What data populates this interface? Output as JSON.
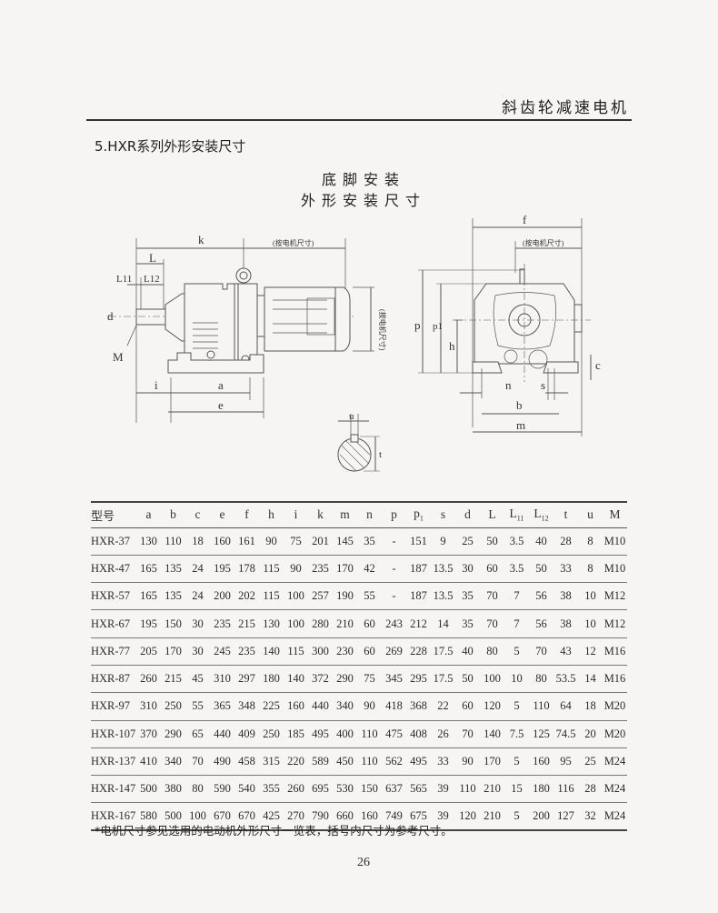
{
  "header": {
    "title": "斜齿轮减速电机"
  },
  "section_title": "5.HXR系列外形安装尺寸",
  "diagram": {
    "title_line1": "底脚安装",
    "title_line2": "外形安装尺寸",
    "note_motor_dim": "(按电机尺寸)",
    "labels": {
      "k": "k",
      "L": "L",
      "L11": "L11",
      "L12": "L12",
      "d": "d",
      "M": "M",
      "i": "i",
      "a": "a",
      "e": "e",
      "u": "u",
      "t": "t",
      "f": "f",
      "p": "p",
      "p1": "p1",
      "h": "h",
      "c": "c",
      "n": "n",
      "s": "s",
      "b": "b",
      "m": "m"
    }
  },
  "table": {
    "headers": [
      "型号",
      "a",
      "b",
      "c",
      "e",
      "f",
      "h",
      "i",
      "k",
      "m",
      "n",
      "p",
      "p1",
      "s",
      "d",
      "L",
      "L11",
      "L12",
      "t",
      "u",
      "M"
    ],
    "rows": [
      [
        "HXR-37",
        "130",
        "110",
        "18",
        "160",
        "161",
        "90",
        "75",
        "201",
        "145",
        "35",
        "-",
        "151",
        "9",
        "25",
        "50",
        "3.5",
        "40",
        "28",
        "8",
        "M10"
      ],
      [
        "HXR-47",
        "165",
        "135",
        "24",
        "195",
        "178",
        "115",
        "90",
        "235",
        "170",
        "42",
        "-",
        "187",
        "13.5",
        "30",
        "60",
        "3.5",
        "50",
        "33",
        "8",
        "M10"
      ],
      [
        "HXR-57",
        "165",
        "135",
        "24",
        "200",
        "202",
        "115",
        "100",
        "257",
        "190",
        "55",
        "-",
        "187",
        "13.5",
        "35",
        "70",
        "7",
        "56",
        "38",
        "10",
        "M12"
      ],
      [
        "HXR-67",
        "195",
        "150",
        "30",
        "235",
        "215",
        "130",
        "100",
        "280",
        "210",
        "60",
        "243",
        "212",
        "14",
        "35",
        "70",
        "7",
        "56",
        "38",
        "10",
        "M12"
      ],
      [
        "HXR-77",
        "205",
        "170",
        "30",
        "245",
        "235",
        "140",
        "115",
        "300",
        "230",
        "60",
        "269",
        "228",
        "17.5",
        "40",
        "80",
        "5",
        "70",
        "43",
        "12",
        "M16"
      ],
      [
        "HXR-87",
        "260",
        "215",
        "45",
        "310",
        "297",
        "180",
        "140",
        "372",
        "290",
        "75",
        "345",
        "295",
        "17.5",
        "50",
        "100",
        "10",
        "80",
        "53.5",
        "14",
        "M16"
      ],
      [
        "HXR-97",
        "310",
        "250",
        "55",
        "365",
        "348",
        "225",
        "160",
        "440",
        "340",
        "90",
        "418",
        "368",
        "22",
        "60",
        "120",
        "5",
        "110",
        "64",
        "18",
        "M20"
      ],
      [
        "HXR-107",
        "370",
        "290",
        "65",
        "440",
        "409",
        "250",
        "185",
        "495",
        "400",
        "110",
        "475",
        "408",
        "26",
        "70",
        "140",
        "7.5",
        "125",
        "74.5",
        "20",
        "M20"
      ],
      [
        "HXR-137",
        "410",
        "340",
        "70",
        "490",
        "458",
        "315",
        "220",
        "589",
        "450",
        "110",
        "562",
        "495",
        "33",
        "90",
        "170",
        "5",
        "160",
        "95",
        "25",
        "M24"
      ],
      [
        "HXR-147",
        "500",
        "380",
        "80",
        "590",
        "540",
        "355",
        "260",
        "695",
        "530",
        "150",
        "637",
        "565",
        "39",
        "110",
        "210",
        "15",
        "180",
        "116",
        "28",
        "M24"
      ],
      [
        "HXR-167",
        "580",
        "500",
        "100",
        "670",
        "670",
        "425",
        "270",
        "790",
        "660",
        "160",
        "749",
        "675",
        "39",
        "120",
        "210",
        "5",
        "200",
        "127",
        "32",
        "M24"
      ]
    ]
  },
  "footnote": "*电机尺寸参见选用的电动机外形尺寸一览表，括号内尺寸为参考尺寸。",
  "page_number": "26"
}
